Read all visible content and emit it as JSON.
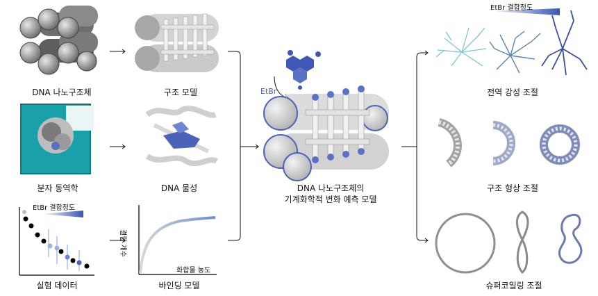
{
  "left_column": {
    "row1_label": "DNA 나노구조체",
    "row2_label": "분자 동역학",
    "row3_label": "실험 데이터",
    "legend_label": "EtBr 결합정도"
  },
  "second_column": {
    "row1_label": "구조 모델",
    "row2_label": "DNA 물성",
    "row3_label": "바인딩 모델",
    "binding_y_label": "결합 개수",
    "binding_x_label": "화합물 농도"
  },
  "center": {
    "etbr_label": "EtBr",
    "title_line1": "DNA 나노구조체의",
    "title_line2": "기계화학적 변화 예측 모델"
  },
  "right_column": {
    "legend_label": "EtBr 결합정도",
    "row1_label": "전역 강성 조절",
    "row2_label": "구조 형상 조절",
    "row3_label": "슈퍼코일링 조절"
  },
  "colors": {
    "accent_blue": "#4a63b8",
    "light_blue": "#9fb6dd",
    "teal": "#1f9aa3",
    "gray": "#9a9a9a"
  }
}
